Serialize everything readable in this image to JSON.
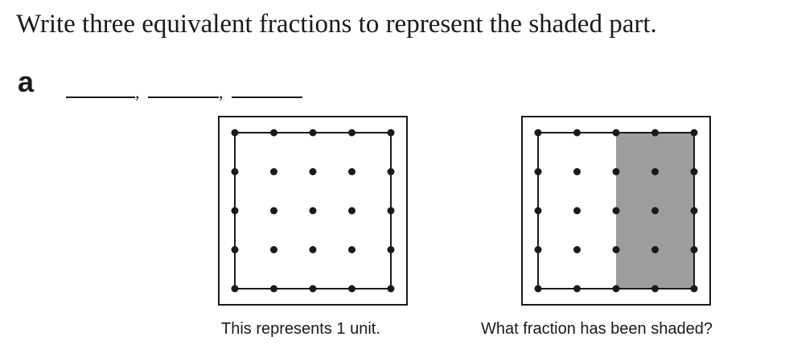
{
  "instruction": "Write three equivalent fractions to represent the shaded part.",
  "part_label": "a",
  "answer_separator": ",",
  "geoboards": [
    {
      "caption": "This represents 1 unit.",
      "grid_size": 4,
      "shaded_columns": 0
    },
    {
      "caption": "What fraction has been shaded?",
      "grid_size": 4,
      "shaded_columns": 2
    }
  ],
  "colors": {
    "shade": "#9d9d9f",
    "ink": "#1a1a1a"
  }
}
